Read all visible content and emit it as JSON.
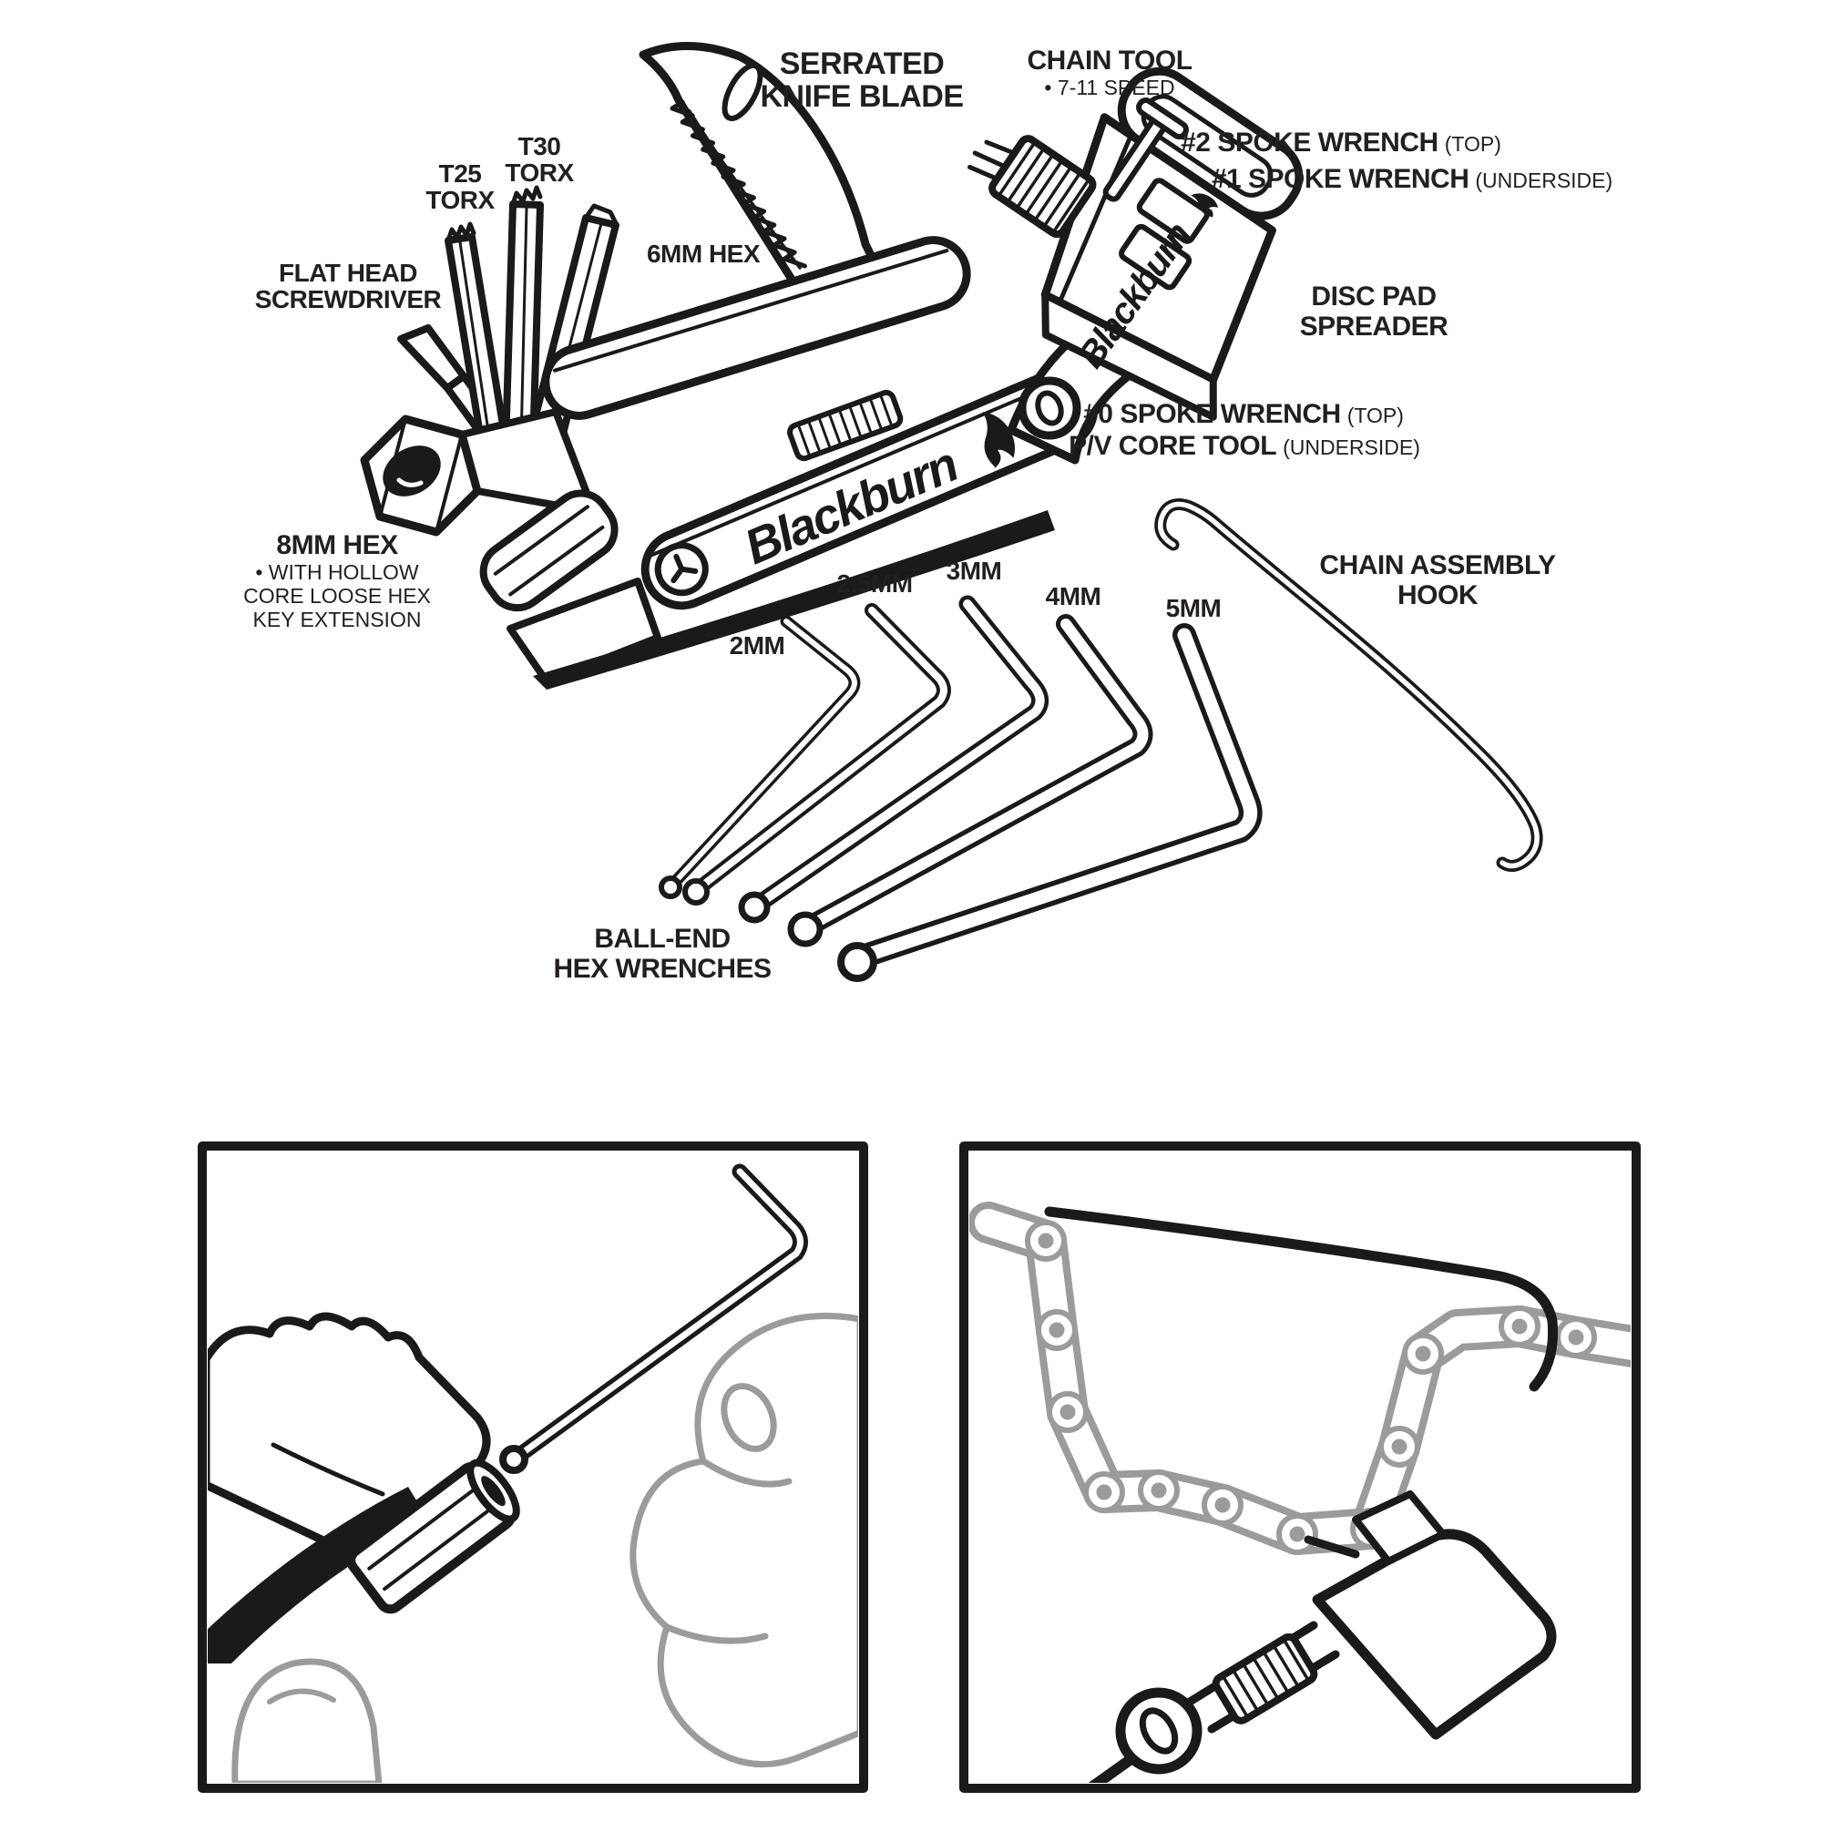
{
  "diagram": {
    "product": "folding bicycle multi-tool parts diagram",
    "colors": {
      "ink": "#231f20",
      "line": "#1a1a1a",
      "gray": "#9b9b9b",
      "background": "#ffffff"
    }
  },
  "logo": {
    "body_text": "Blackburn",
    "chain_tool_text": "Blackburn"
  },
  "labels": {
    "serrated_knife": {
      "line1": "SERRATED",
      "line2": "KNIFE BLADE"
    },
    "chain_tool": {
      "line1": "CHAIN TOOL",
      "line2": "• 7-11 SPEED"
    },
    "spoke_wrench_2": {
      "main": "#2 SPOKE WRENCH",
      "paren": "(TOP)"
    },
    "spoke_wrench_1": {
      "main": "#1 SPOKE WRENCH",
      "paren": "(UNDERSIDE)"
    },
    "t30_torx": {
      "line1": "T30",
      "line2": "TORX"
    },
    "t25_torx": {
      "line1": "T25",
      "line2": "TORX"
    },
    "hex_6mm": {
      "line1": "6MM HEX"
    },
    "flat_head": {
      "line1": "FLAT HEAD",
      "line2": "SCREWDRIVER"
    },
    "disc_pad": {
      "line1": "DISC PAD",
      "line2": "SPREADER"
    },
    "spoke_wrench_0": {
      "main": "#0 SPOKE WRENCH",
      "paren": "(TOP)"
    },
    "pv_core": {
      "main": "P/V CORE TOOL",
      "paren": "(UNDERSIDE)"
    },
    "hex_8mm": {
      "line1": "8MM HEX",
      "line2": "•  WITH HOLLOW",
      "line3": "CORE LOOSE HEX",
      "line4": "KEY EXTENSION"
    },
    "chain_hook": {
      "line1": "CHAIN ASSEMBLY",
      "line2": "HOOK"
    },
    "ball_end": {
      "line1": "BALL-END",
      "line2": "HEX WRENCHES"
    },
    "hex_sizes": {
      "s2": "2MM",
      "s2_5": "2.5MM",
      "s3": "3MM",
      "s4": "4MM",
      "s5": "5MM"
    }
  }
}
